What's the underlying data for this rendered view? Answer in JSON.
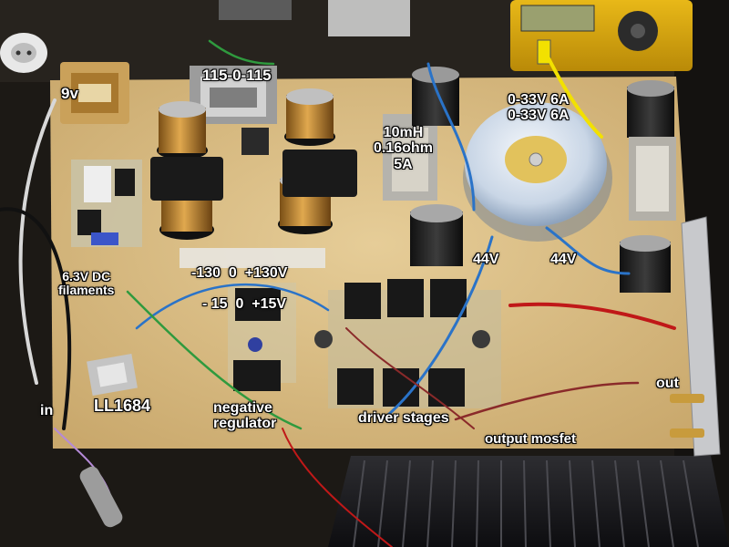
{
  "image": {
    "description_free_labels": true
  },
  "labels": {
    "v9": "9v",
    "tx_115": "115-0-115",
    "choke_line1": "10mH",
    "choke_line2": "0.16ohm",
    "choke_line3": "5A",
    "toroid_line1": "0-33V 6A",
    "toroid_line2": "0-33V 6A",
    "rail_hv": "-130  0  +130V",
    "rail_lv": "- 15  0  +15V",
    "filaments_line1": "6.3V DC",
    "filaments_line2": "filaments",
    "v44_left": "44V",
    "v44_right": "44V",
    "out": "out",
    "in": "in",
    "ll1684": "LL1684",
    "neg_reg_line1": "negative",
    "neg_reg_line2": "regulator",
    "driver_stages": "driver stages",
    "output_mosfet": "output mosfet"
  },
  "colors": {
    "board": "#dcc08a",
    "label_text": "#ffffff",
    "label_outline": "#000000",
    "heatsink": "#1d1d1f",
    "capacitor_gold": "#b07a2c"
  }
}
